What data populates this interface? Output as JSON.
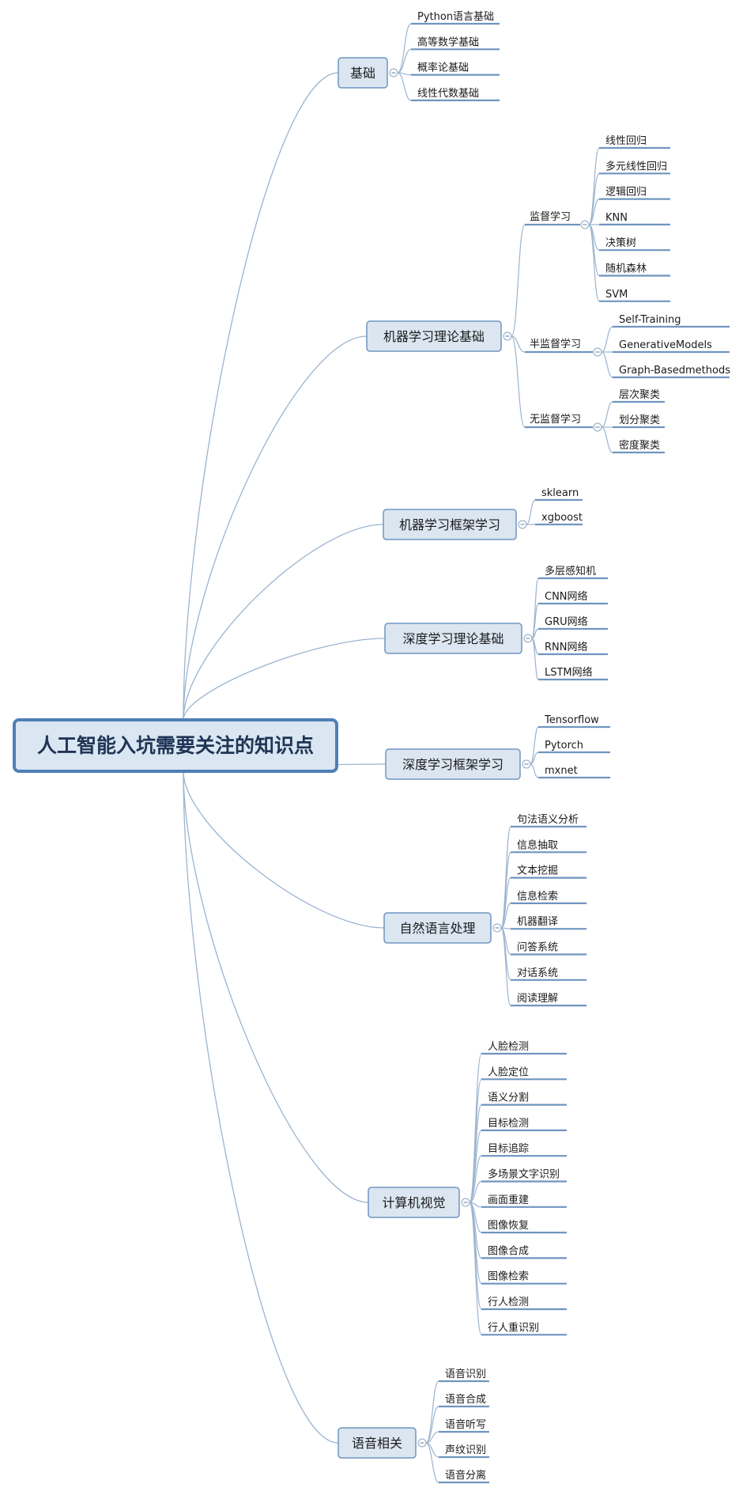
{
  "mindmap": {
    "root": "人工智能入坑需要关注的知识点",
    "branches": [
      {
        "label": "基础",
        "children": [
          {
            "label": "Python语言基础"
          },
          {
            "label": "高等数学基础"
          },
          {
            "label": "概率论基础"
          },
          {
            "label": "线性代数基础"
          }
        ]
      },
      {
        "label": "机器学习理论基础",
        "children": [
          {
            "label": "监督学习",
            "children": [
              {
                "label": "线性回归"
              },
              {
                "label": "多元线性回归"
              },
              {
                "label": "逻辑回归"
              },
              {
                "label": "KNN"
              },
              {
                "label": "决策树"
              },
              {
                "label": "随机森林"
              },
              {
                "label": "SVM"
              }
            ]
          },
          {
            "label": "半监督学习",
            "children": [
              {
                "label": "Self-Training"
              },
              {
                "label": "GenerativeModels"
              },
              {
                "label": "Graph-Basedmethods"
              }
            ]
          },
          {
            "label": "无监督学习",
            "children": [
              {
                "label": "层次聚类"
              },
              {
                "label": "划分聚类"
              },
              {
                "label": "密度聚类"
              }
            ]
          }
        ]
      },
      {
        "label": "机器学习框架学习",
        "children": [
          {
            "label": "sklearn"
          },
          {
            "label": "xgboost"
          }
        ]
      },
      {
        "label": "深度学习理论基础",
        "children": [
          {
            "label": "多层感知机"
          },
          {
            "label": "CNN网络"
          },
          {
            "label": "GRU网络"
          },
          {
            "label": "RNN网络"
          },
          {
            "label": "LSTM网络"
          }
        ]
      },
      {
        "label": "深度学习框架学习",
        "children": [
          {
            "label": "Tensorflow"
          },
          {
            "label": "Pytorch"
          },
          {
            "label": "mxnet"
          }
        ]
      },
      {
        "label": "自然语言处理",
        "children": [
          {
            "label": "句法语义分析"
          },
          {
            "label": "信息抽取"
          },
          {
            "label": "文本挖掘"
          },
          {
            "label": "信息检索"
          },
          {
            "label": "机器翻译"
          },
          {
            "label": "问答系统"
          },
          {
            "label": "对话系统"
          },
          {
            "label": "阅读理解"
          }
        ]
      },
      {
        "label": "计算机视觉",
        "children": [
          {
            "label": "人脸检测"
          },
          {
            "label": "人脸定位"
          },
          {
            "label": "语义分割"
          },
          {
            "label": "目标检测"
          },
          {
            "label": "目标追踪"
          },
          {
            "label": "多场景文字识别"
          },
          {
            "label": "画面重建"
          },
          {
            "label": "图像恢复"
          },
          {
            "label": "图像合成"
          },
          {
            "label": "图像检索"
          },
          {
            "label": "行人检测"
          },
          {
            "label": "行人重识别"
          }
        ]
      },
      {
        "label": "语音相关",
        "children": [
          {
            "label": "语音识别"
          },
          {
            "label": "语音合成"
          },
          {
            "label": "语音听写"
          },
          {
            "label": "声纹识别"
          },
          {
            "label": "语音分离"
          }
        ]
      }
    ]
  },
  "colors": {
    "root_fill": "#dae6f2",
    "root_border": "#4f7fb5",
    "branch_fill": "#dbe6f1",
    "branch_border": "#6f95c0",
    "line": "#9cb4cf",
    "underline": "#6f95c0"
  }
}
